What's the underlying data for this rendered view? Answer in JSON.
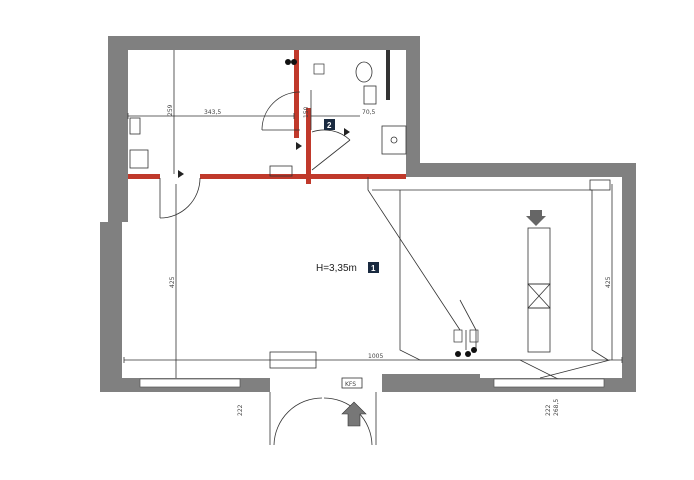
{
  "rooms": [
    {
      "number": "1",
      "height_label": "H=3,35m"
    },
    {
      "number": "2",
      "height_label": ""
    }
  ],
  "dimensions": {
    "upper_width": "343,5",
    "upper_height": "259",
    "wc_height": "150",
    "wc_width": "70,5",
    "main_height_left": "425",
    "main_height_right": "425",
    "main_width": "1005",
    "left_window": "222",
    "right_window_a": "222",
    "right_window_b": "268,5"
  },
  "entrance_label": "KFS",
  "colors": {
    "wall": "#808080",
    "new_wall": "#c0392b",
    "line": "#333333",
    "badge": "#1a2a40"
  },
  "icons": [
    "entrance-arrow-icon",
    "ventilation-arrow-icon",
    "door-swing-icon",
    "sink-icon",
    "toilet-icon"
  ]
}
